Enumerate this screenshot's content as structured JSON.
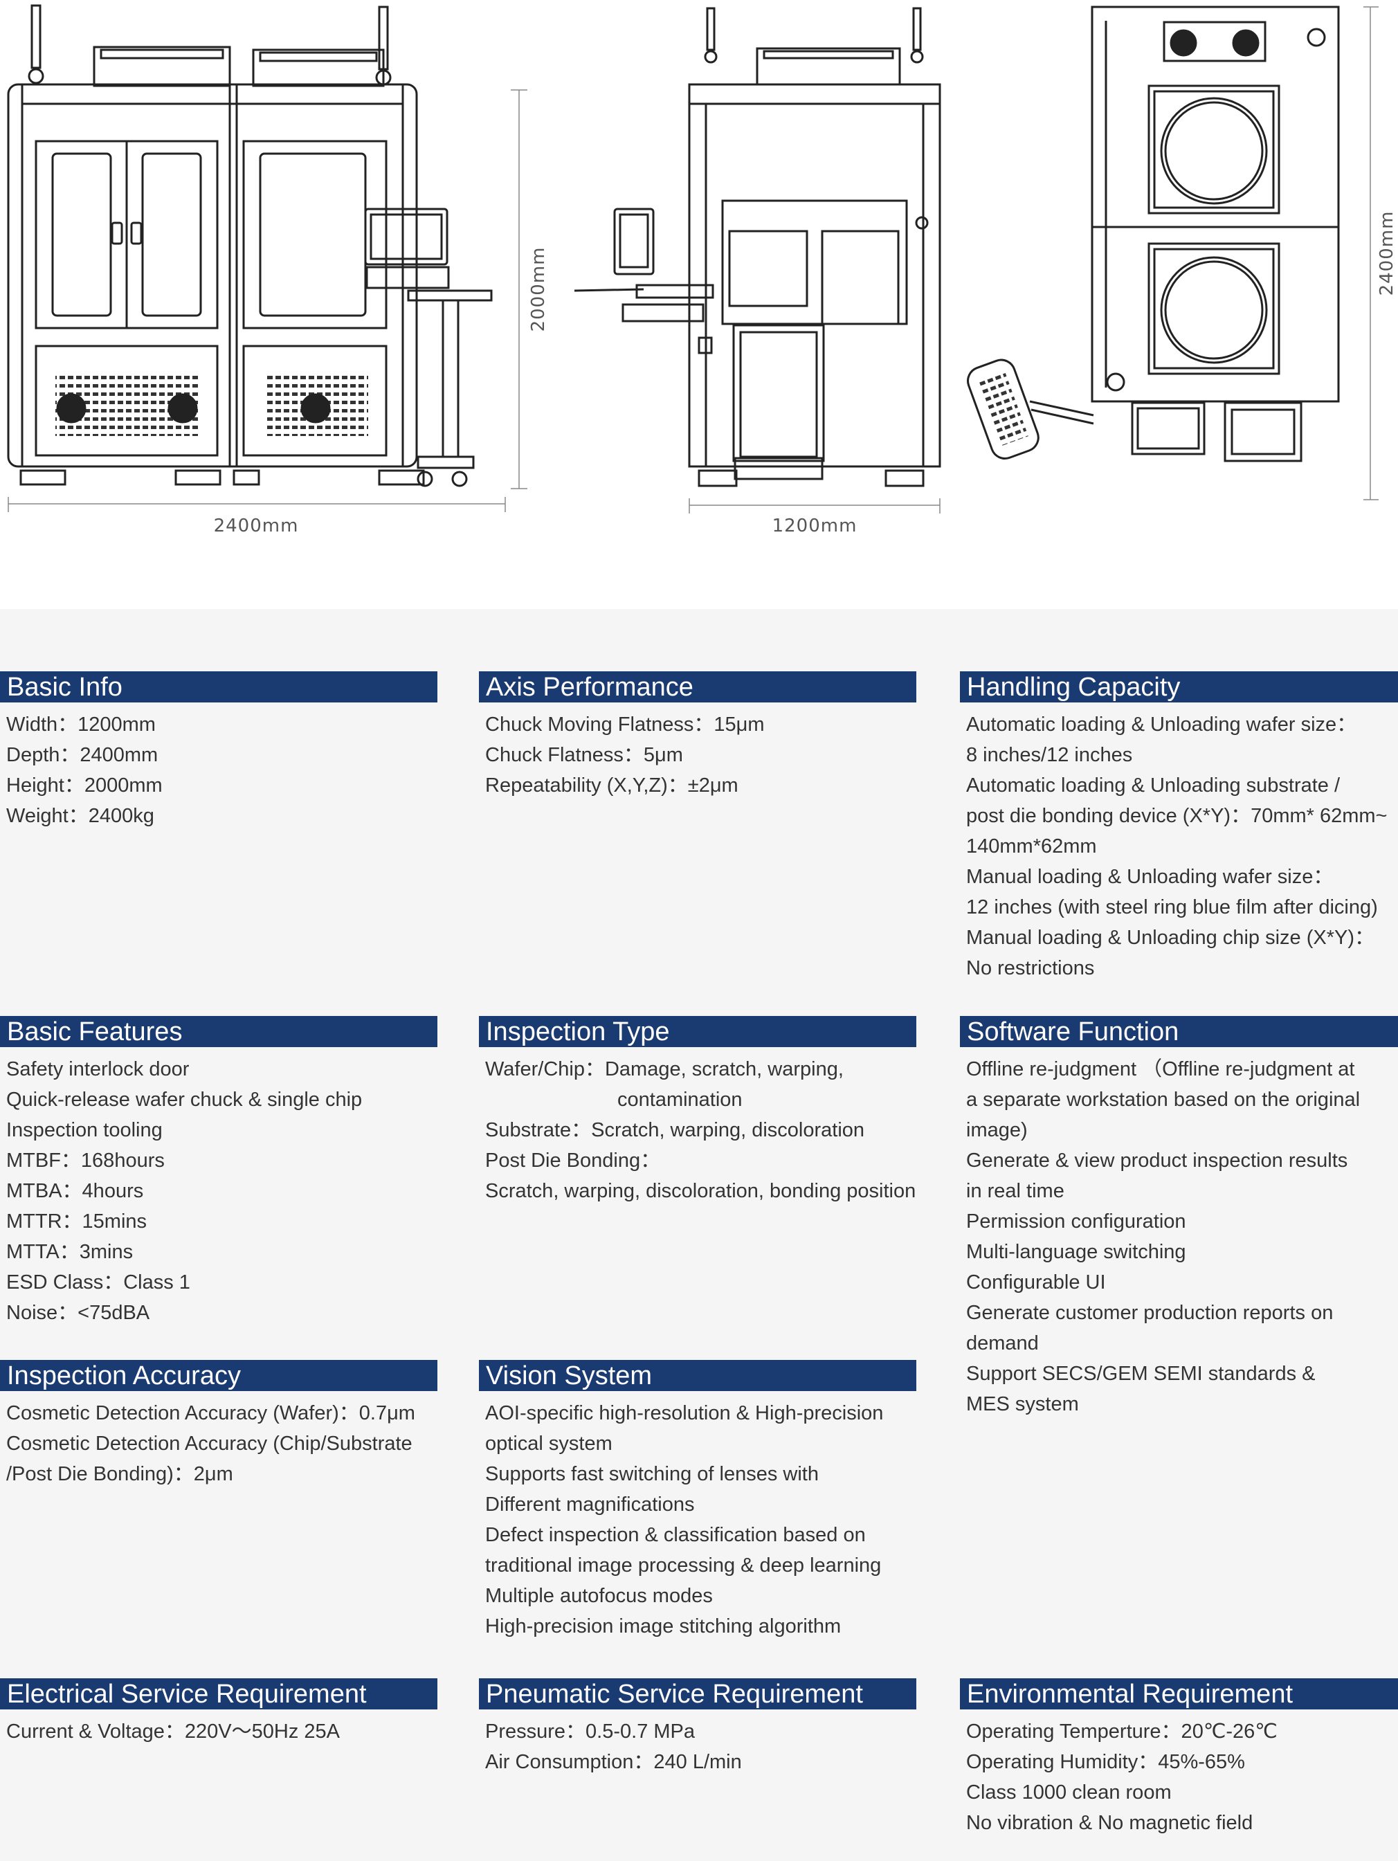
{
  "drawings": {
    "front_width_label": "2400mm",
    "front_height_label": "2000mm",
    "side_width_label": "1200mm",
    "top_depth_label": "2400mm"
  },
  "sections": {
    "basic_info": {
      "title": "Basic Info",
      "lines": [
        "Width：1200mm",
        "Depth：2400mm",
        "Height：2000mm",
        "Weight：2400kg"
      ]
    },
    "axis_performance": {
      "title": "Axis Performance",
      "lines": [
        "Chuck Moving Flatness：15μm",
        "Chuck Flatness：5μm",
        "Repeatability (X,Y,Z)：±2μm"
      ]
    },
    "handling_capacity": {
      "title": "Handling Capacity",
      "lines": [
        "Automatic loading & Unloading wafer size：",
        "8 inches/12 inches",
        "Automatic loading & Unloading substrate /",
        "post die bonding device (X*Y)：70mm* 62mm~",
        "140mm*62mm",
        "Manual loading & Unloading wafer size：",
        "12 inches (with steel ring blue film after dicing)",
        "Manual loading & Unloading chip size (X*Y)：",
        "No restrictions"
      ]
    },
    "basic_features": {
      "title": "Basic Features",
      "lines": [
        "Safety interlock door",
        "Quick-release wafer chuck & single chip",
        "Inspection tooling",
        "MTBF：168hours",
        "MTBA：4hours",
        "MTTR：15mins",
        "MTTA：3mins",
        "ESD Class：Class 1",
        "Noise：<75dBA"
      ]
    },
    "inspection_type": {
      "title": "Inspection Type",
      "lines": [
        "Wafer/Chip：Damage, scratch, warping,",
        "contamination",
        "Substrate：Scratch, warping, discoloration",
        "Post Die Bonding：",
        "Scratch, warping, discoloration, bonding position"
      ]
    },
    "software_function": {
      "title": "Software Function",
      "lines": [
        "Offline re-judgment （Offline re-judgment at",
        "a separate workstation based on the original",
        "image)",
        "Generate & view product inspection results",
        "in real time",
        "Permission configuration",
        "Multi-language switching",
        "Configurable UI",
        "Generate customer production reports on",
        "demand",
        "Support SECS/GEM SEMI standards &",
        "MES system"
      ]
    },
    "inspection_accuracy": {
      "title": "Inspection Accuracy",
      "lines": [
        "Cosmetic Detection Accuracy (Wafer)：0.7μm",
        "Cosmetic Detection Accuracy (Chip/Substrate",
        "/Post Die Bonding)：2μm"
      ]
    },
    "vision_system": {
      "title": "Vision System",
      "lines": [
        "AOI-specific high-resolution & High-precision",
        "optical system",
        "Supports fast switching of lenses with",
        "Different magnifications",
        "Defect inspection & classification based on",
        "traditional image processing & deep learning",
        "Multiple autofocus modes",
        "High-precision image stitching algorithm"
      ]
    },
    "electrical": {
      "title": "Electrical Service Requirement",
      "lines": [
        "Current & Voltage：220V～50Hz 25A"
      ]
    },
    "pneumatic": {
      "title": "Pneumatic Service Requirement",
      "lines": [
        "Pressure：0.5-0.7 MPa",
        "Air Consumption：240 L/min"
      ]
    },
    "environmental": {
      "title": "Environmental Requirement",
      "lines": [
        "Operating Temperture：20℃-26℃",
        "Operating Humidity：45%-65%",
        "Class 1000 clean room",
        "No vibration & No magnetic field"
      ]
    }
  }
}
